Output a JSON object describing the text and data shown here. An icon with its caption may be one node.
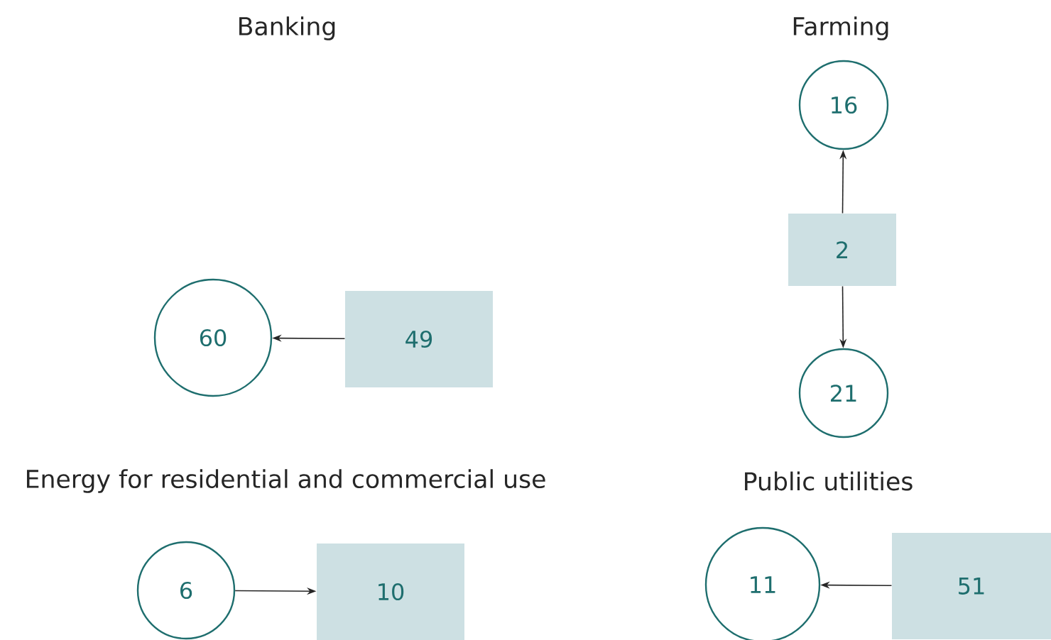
{
  "diagram": {
    "nodes": [
      {
        "text": [
          "60"
        ]
      },
      {
        "text": [
          "49"
        ]
      },
      {
        "text": [
          "16"
        ]
      },
      {
        "text": [
          "2"
        ]
      },
      {
        "text": [
          "21"
        ]
      },
      {
        "text": [
          "6"
        ]
      },
      {
        "text": [
          "10"
        ]
      },
      {
        "text": [
          "11"
        ]
      },
      {
        "text": [
          "51"
        ]
      }
    ],
    "edges": [
      {
        "from": 1,
        "to": 0,
        "arrow": "to"
      },
      {
        "from": 3,
        "to": 2,
        "arrow": "to"
      },
      {
        "from": 3,
        "to": 4,
        "arrow": "to"
      },
      {
        "from": 5,
        "to": 6,
        "arrow": "to"
      },
      {
        "from": 8,
        "to": 7,
        "arrow": "to"
      }
    ],
    "labels": [
      "Banking",
      "Farming",
      "Energy for residential and commercial use",
      "Public utilities"
    ]
  }
}
